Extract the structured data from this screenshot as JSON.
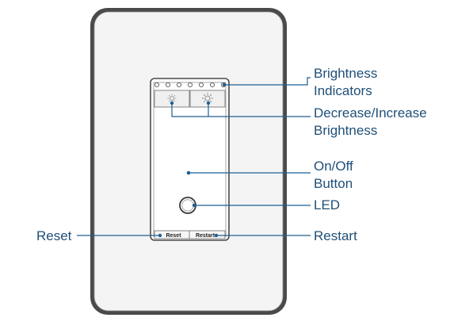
{
  "labels": {
    "brightness_indicators": [
      "Brightness",
      "Indicators"
    ],
    "decrease_increase": [
      "Decrease/Increase",
      "Brightness"
    ],
    "on_off": [
      "On/Off",
      "Button"
    ],
    "led": "LED",
    "reset": "Reset",
    "restart": "Restart"
  },
  "device": {
    "reset_button_text": "Reset",
    "restart_button_text": "Restart",
    "decrease_icon": "sun-small-icon",
    "increase_icon": "sun-large-icon",
    "indicator_count": 7
  },
  "colors": {
    "leader_line": "#1f5f92",
    "label_text": "#1f4f78",
    "plate_outline": "#3a3a3a"
  }
}
